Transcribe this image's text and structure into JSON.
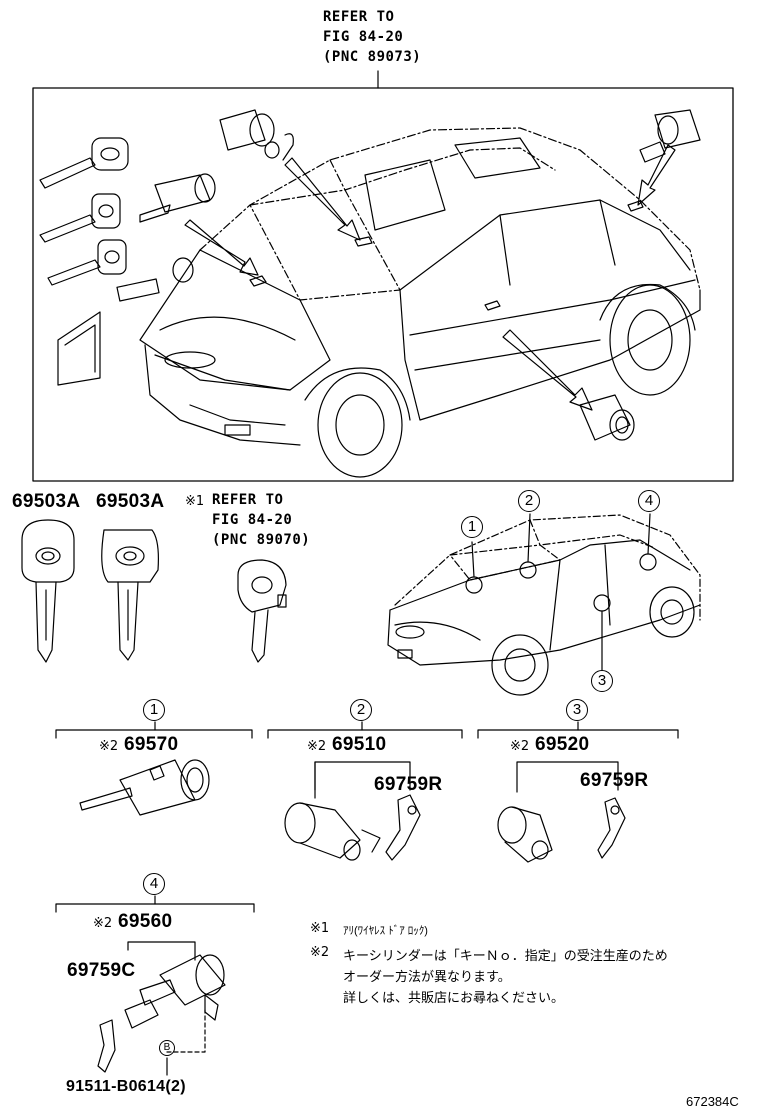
{
  "refer_top": {
    "line1": "REFER TO",
    "line2": "FIG 84-20",
    "line3": "(PNC 89073)"
  },
  "refer_mid": {
    "mark": "※1",
    "line1": "REFER TO",
    "line2": "FIG 84-20",
    "line3": "(PNC 89070)"
  },
  "keys": {
    "left_label": "69503A",
    "right_label": "69503A"
  },
  "location_markers": [
    "1",
    "2",
    "3",
    "4"
  ],
  "sections": [
    {
      "num": "1",
      "mark": "※2",
      "part": "69570"
    },
    {
      "num": "2",
      "mark": "※2",
      "part": "69510",
      "sub_part": "69759R"
    },
    {
      "num": "3",
      "mark": "※2",
      "part": "69520",
      "sub_part": "69759R"
    },
    {
      "num": "4",
      "mark": "※2",
      "part": "69560",
      "sub_part": "69759C",
      "bolt_marker": "B",
      "bolt_part": "91511-B0614(2)"
    }
  ],
  "notes": [
    {
      "mark": "※1",
      "text": "ｱﾘ(ﾜｲﾔﾚｽ ﾄﾞｱ ﾛｯｸ)"
    },
    {
      "mark": "※2",
      "text": "キーシリンダーは「キーＮｏ．指定」の受注生産のため"
    },
    {
      "mark": "",
      "text": "オーダー方法が異なります。"
    },
    {
      "mark": "",
      "text": "詳しくは、共販店にお尋ねください。"
    }
  ],
  "figure_code": "672384C"
}
